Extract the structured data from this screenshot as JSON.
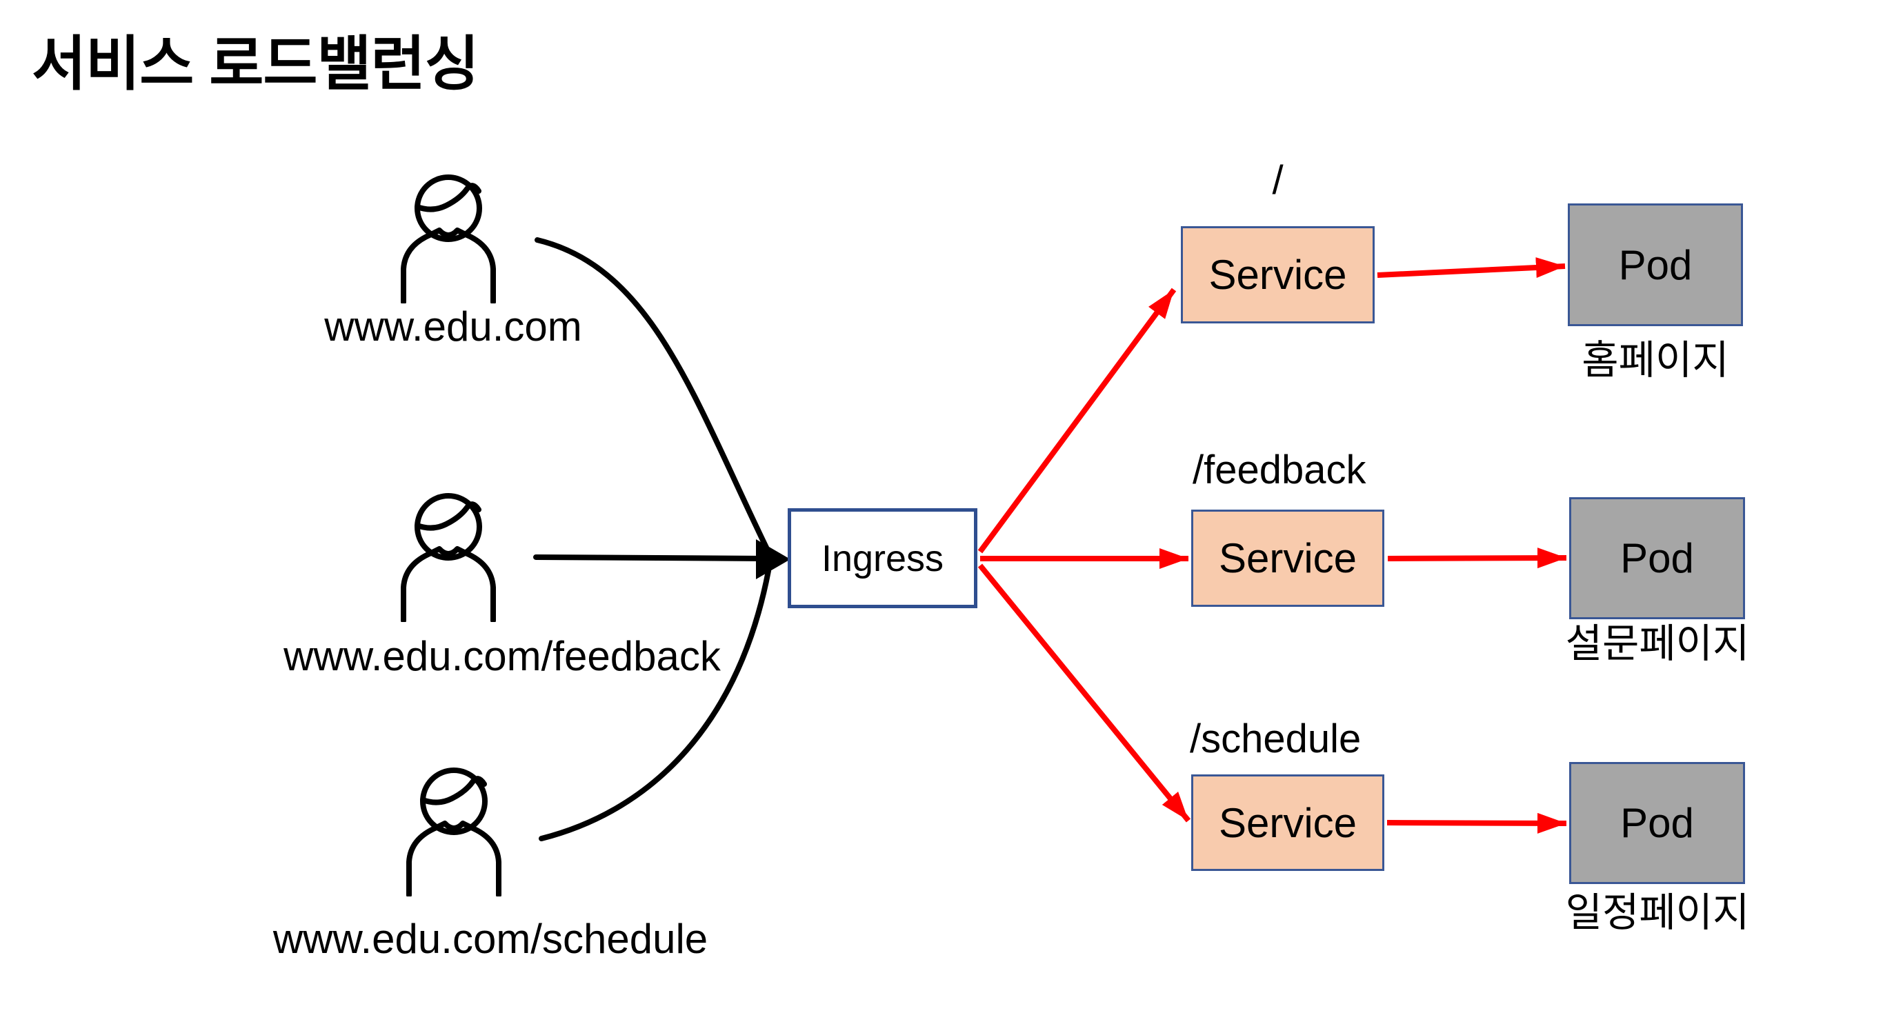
{
  "title": "서비스 로드밸런싱",
  "users": [
    {
      "url": "www.edu.com"
    },
    {
      "url": "www.edu.com/feedback"
    },
    {
      "url": "www.edu.com/schedule"
    }
  ],
  "ingress": {
    "label": "Ingress"
  },
  "routes": [
    {
      "path": "/",
      "service_label": "Service",
      "pod_label": "Pod",
      "pod_caption": "홈페이지"
    },
    {
      "path": "/feedback",
      "service_label": "Service",
      "pod_label": "Pod",
      "pod_caption": "설문페이지"
    },
    {
      "path": "/schedule",
      "service_label": "Service",
      "pod_label": "Pod",
      "pod_caption": "일정페이지"
    }
  ],
  "colors": {
    "bg": "#FFFFFF",
    "ink": "#000000",
    "service_fill": "#F8CBAD",
    "pod_fill": "#A6A6A6",
    "box_border": "#3A5795",
    "ingress_border": "#2F4E8F",
    "arrow_red": "#FF0000"
  }
}
